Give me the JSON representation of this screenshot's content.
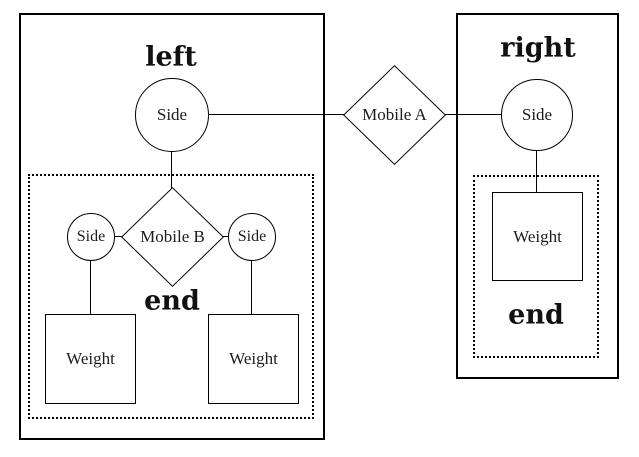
{
  "diagram": {
    "left_box": {
      "title": "left",
      "main_side_label": "Side",
      "inner_box": {
        "mobile_label": "Mobile B",
        "side_left_label": "Side",
        "side_right_label": "Side",
        "weight_left_label": "Weight",
        "weight_right_label": "Weight",
        "end_label": "end"
      }
    },
    "mobile_a_label": "Mobile A",
    "right_box": {
      "title": "right",
      "main_side_label": "Side",
      "inner_box": {
        "weight_label": "Weight",
        "end_label": "end"
      }
    },
    "colors": {
      "stroke": "#000000",
      "text": "#1c1c1c",
      "background": "#ffffff"
    }
  }
}
